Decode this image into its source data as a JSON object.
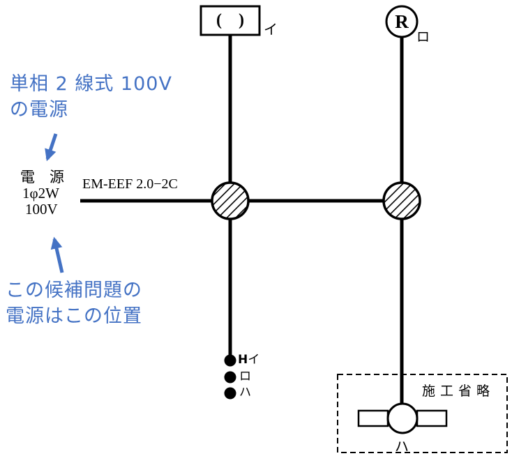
{
  "colors": {
    "annotation_blue": "#4472c4",
    "wire_black": "#000000",
    "background": "#ffffff"
  },
  "annotations": {
    "top_note": {
      "line1": "単相 2 線式 100V",
      "line2": "の電源"
    },
    "bottom_note": {
      "line1": "この候補問題の",
      "line2": "電源はこの位置"
    }
  },
  "source": {
    "line1": "電　源",
    "line2": "1φ2W",
    "line3": "100V"
  },
  "cable": {
    "label": "EM-EEF 2.0−2C"
  },
  "fixtures": {
    "ceiling_rosette": {
      "symbol": "( )",
      "label": "イ"
    },
    "lamp_receptacle": {
      "symbol": "R",
      "label": "ロ"
    },
    "omitted_area": {
      "label": "施工省略"
    },
    "omitted_lamp": {
      "label": "ハ"
    }
  },
  "switches": {
    "switch1": {
      "marking": "H",
      "label": "イ"
    },
    "switch2": {
      "label": "ロ"
    },
    "switch3": {
      "label": "ハ"
    }
  }
}
